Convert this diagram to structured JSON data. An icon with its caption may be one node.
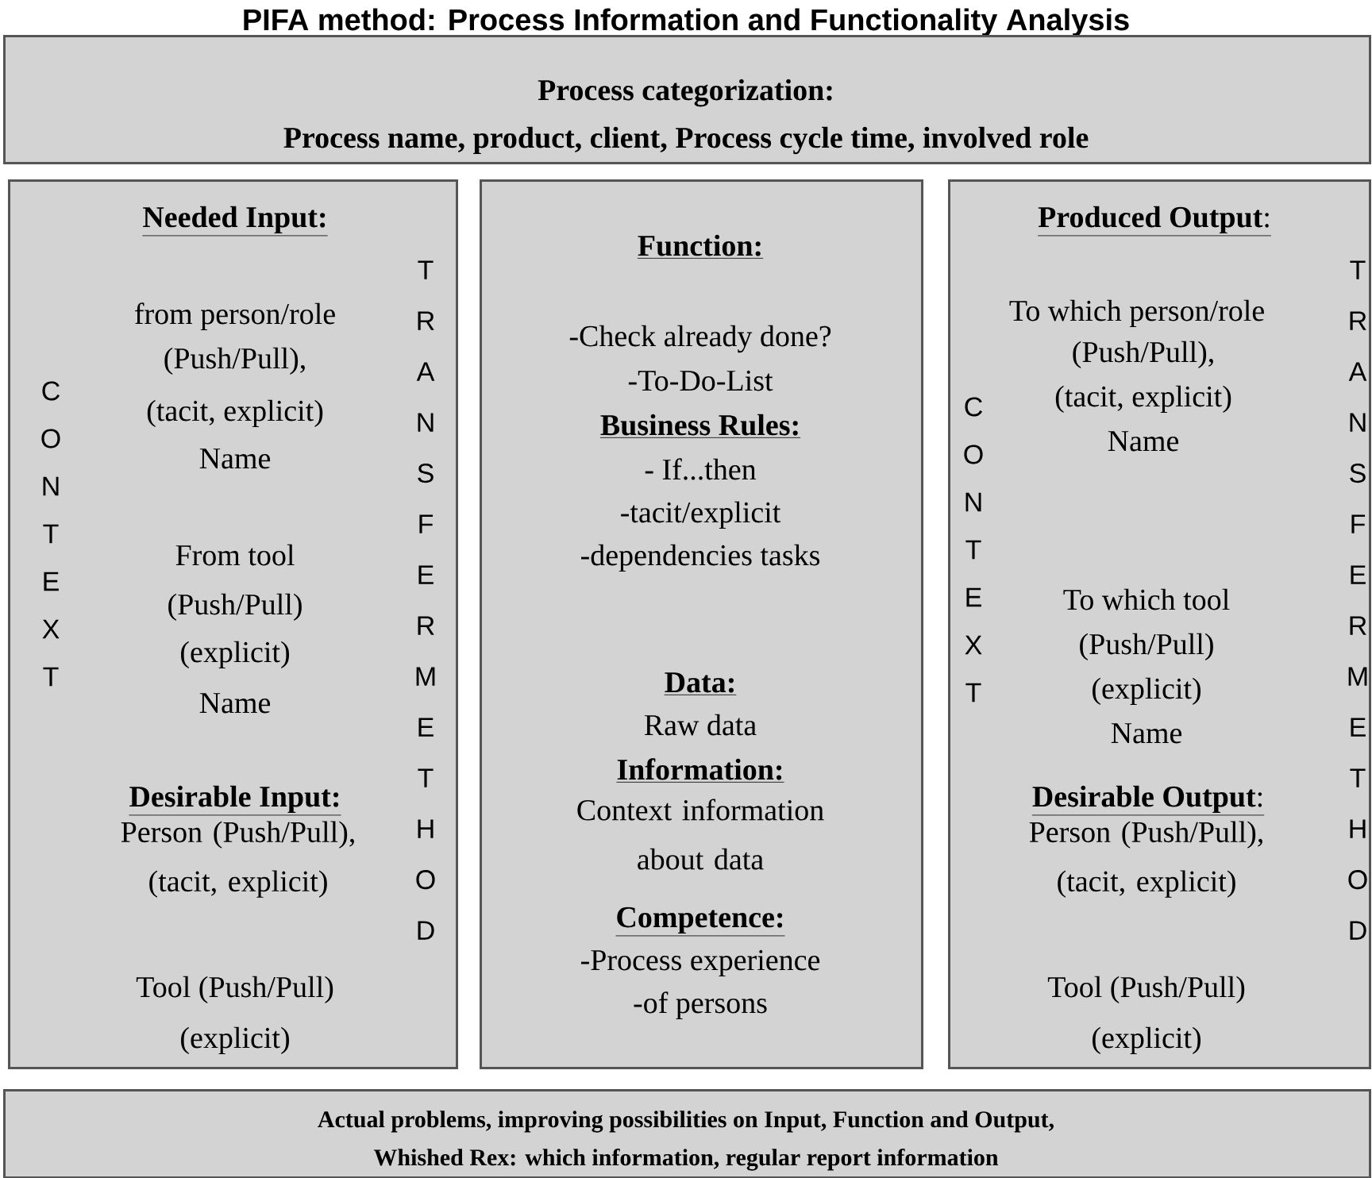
{
  "diagram": {
    "title": "PIFA method: Process Information and Functionality Analysis",
    "nodes": [
      {
        "text": [
          "Process categorization:",
          "Process name, product, client, Process cycle time, involved role"
        ]
      },
      {
        "text": [
          "CONTEXT",
          "Needed Input:",
          "from person/role",
          "(Push/Pull),",
          "(tacit, explicit)",
          "Name",
          "From tool",
          "(Push/Pull)",
          "(explicit)",
          "Name",
          "Desirable Input:",
          "Person (Push/Pull), (tacit, explicit)",
          "Tool (Push/Pull)",
          "(explicit)",
          "TRANSFER METHOD"
        ]
      },
      {
        "text": [
          "Function:",
          "-Check already done?",
          "-To-Do-List",
          "Business Rules:",
          "- If...then",
          "-tacit/explicit",
          "-dependencies tasks",
          "Data:",
          "Raw data",
          "Information:",
          "Context information about data",
          "Competence:",
          "-Process experience",
          "-of persons"
        ]
      },
      {
        "text": [
          "**Produced Output**:",
          "To which person/role",
          "(Push/Pull),",
          "(tacit, explicit)",
          "Name",
          "CONTEXT",
          "To which tool",
          "(Push/Pull)",
          "(explicit)",
          "Name",
          "**Desirable Output**:",
          "Person (Push/Pull), (tacit, explicit)",
          "Tool (Push/Pull)",
          "(explicit)",
          "TRANSFER METHOD"
        ]
      },
      {
        "text": [
          "Actual problems, improving possibilities on Input, Function and Output,",
          "Whished Rex: which information, regular report information"
        ]
      }
    ]
  }
}
